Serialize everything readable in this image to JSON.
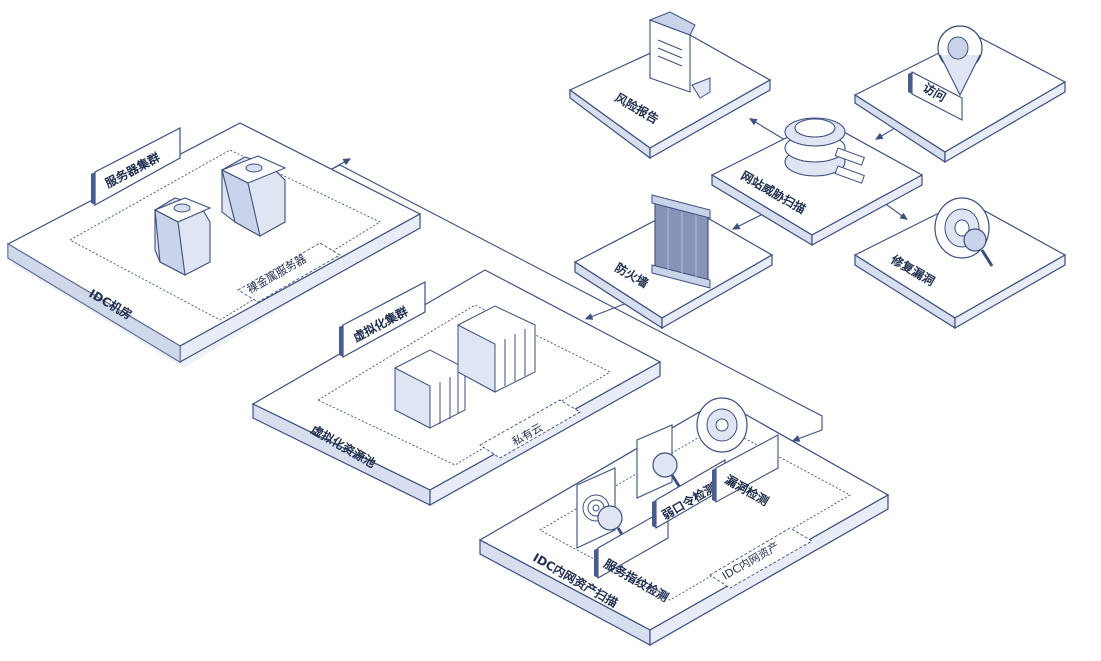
{
  "colors": {
    "outline": "#3d4f7c",
    "platform_top": "#ffffff",
    "platform_side": "#d6deef",
    "platform_stripe": "#c9d3ea",
    "accent": "#4a5c8f",
    "shadow": "#eef1f8",
    "line": "#3d4f7c"
  },
  "nodes": {
    "idc_room": {
      "label": "IDC机房",
      "tag": "服务器集群",
      "inner": "裸金属服务器"
    },
    "virtual_pool": {
      "label": "虚拟化资源池",
      "tag": "虚拟化集群",
      "inner": "私有云"
    },
    "internal_scan": {
      "label": "IDC内网资产扫描",
      "inner": "IDC内网资产",
      "tags": {
        "fingerprint": "服务指纹检测",
        "weak_password": "弱口令检测",
        "vuln_check": "漏洞检测"
      }
    },
    "risk_report": {
      "label": "风险报告"
    },
    "access": {
      "label": "访问"
    },
    "web_scan": {
      "label": "网站威胁扫描"
    },
    "firewall": {
      "label": "防火墙"
    },
    "fix_vuln": {
      "label": "修复漏洞"
    }
  },
  "icons": {
    "idc_room": "server-cylinder-icon",
    "virtual_pool": "stacked-blade-icon",
    "risk_report": "document-report-icon",
    "access": "location-pin-icon",
    "web_scan": "magnifier-database-icon",
    "firewall": "firewall-panel-icon",
    "fix_vuln": "target-magnifier-icon",
    "fingerprint": "fingerprint-icon",
    "weak_password": "search-document-icon",
    "vuln_check": "target-ring-icon"
  }
}
